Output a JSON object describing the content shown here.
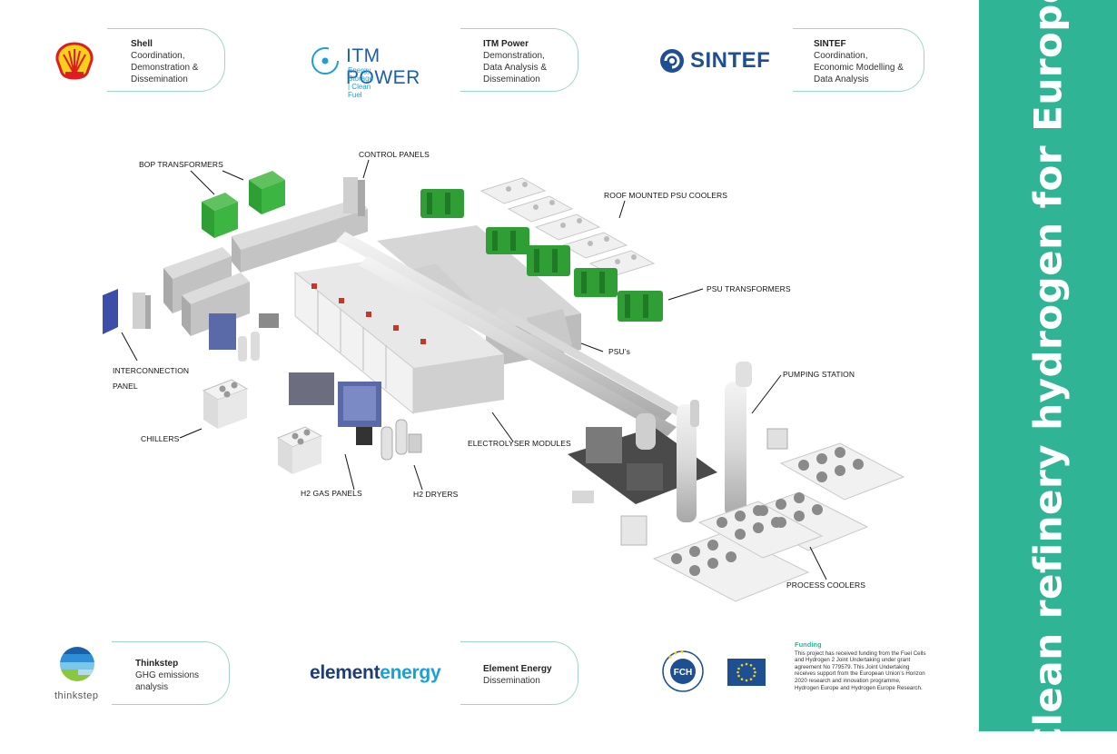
{
  "partners": {
    "shell": {
      "name": "Shell",
      "role_lines": [
        "Coordination,",
        "Demonstration &",
        "Dissemination"
      ]
    },
    "itm": {
      "name": "ITM Power",
      "logo_main": "ITM POWER",
      "logo_sub": "Energy Storage | Clean Fuel",
      "role_lines": [
        "Demonstration,",
        "Data Analysis &",
        "Dissemination"
      ]
    },
    "sintef": {
      "name": "SINTEF",
      "logo_text": "SINTEF",
      "role_lines": [
        "Coordination,",
        "Economic Modelling &",
        "Data Analysis"
      ]
    },
    "thinkstep": {
      "name": "Thinkstep",
      "logo_text": "thinkstep",
      "role_lines": [
        "GHG emissions",
        "analysis"
      ]
    },
    "element": {
      "name": "Element Energy",
      "logo_part1": "element",
      "logo_part2": "energy",
      "role_lines": [
        "Dissemination"
      ]
    }
  },
  "diagram_labels": {
    "bop_transformers": "BOP TRANSFORMERS",
    "control_panels": "CONTROL PANELS",
    "roof_coolers": "ROOF MOUNTED PSU COOLERS",
    "psu_transformers": "PSU TRANSFORMERS",
    "psus": "PSU’s",
    "interconnection_1": "INTERCONNECTION",
    "interconnection_2": "PANEL",
    "chillers": "CHILLERS",
    "electrolyser": "ELECTROLYSER MODULES",
    "pumping_station": "PUMPING STATION",
    "h2_gas_panels": "H2 GAS PANELS",
    "h2_dryers": "H2 DRYERS",
    "process_coolers": "PROCESS COOLERS"
  },
  "funding": {
    "title": "Funding",
    "text": "This project has received funding from the Fuel Cells and Hydrogen 2 Joint Undertaking under grant agreement No 779579. This Joint Undertaking receives support from the European Union’s Horizon 2020 research and innovation programme, Hydrogen Europe and Hydrogen Europe Research.",
    "fch_logo_text": "FCH"
  },
  "sidebar_title": "Clean refinery hydrogen for Europe",
  "colors": {
    "accent": "#2fb495",
    "equipment_green": "#2e9e35",
    "equipment_grey": "#c8c8c8"
  }
}
